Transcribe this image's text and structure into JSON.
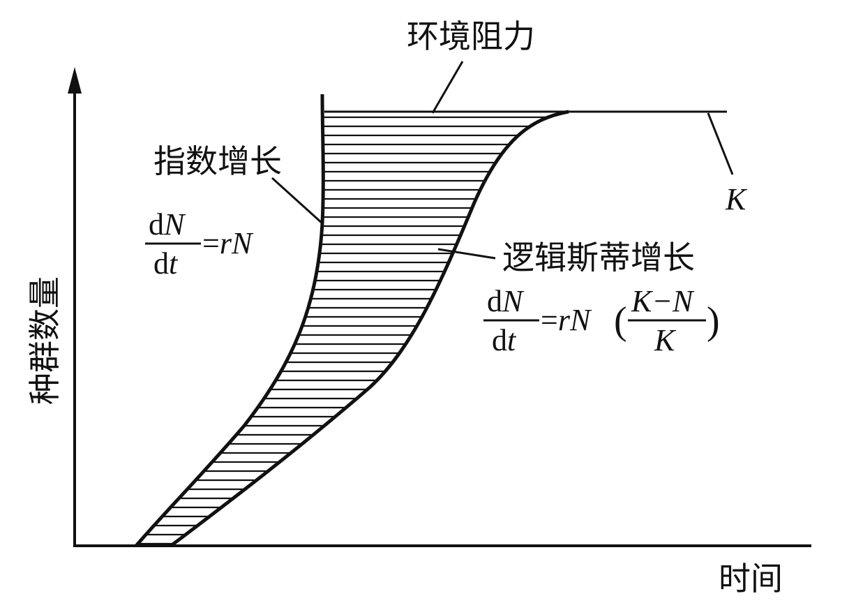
{
  "labels": {
    "environmental_resistance": "环境阻力",
    "exponential_growth": "指数增长",
    "logistic_growth": "逻辑斯蒂增长",
    "carrying_capacity": "K",
    "y_axis": "种群数量",
    "x_axis": "时间"
  },
  "formulas": {
    "exponential": {
      "num_d": "d",
      "num_var": "N",
      "den_d": "d",
      "den_var": "t",
      "eq": "=",
      "rhs_r": "r",
      "rhs_n": "N"
    },
    "logistic": {
      "num_d": "d",
      "num_var": "N",
      "den_d": "d",
      "den_var": "t",
      "eq": "=",
      "rhs_r": "r",
      "rhs_n": "N",
      "open_paren": "(",
      "close_paren": ")",
      "inner_num": "K−N",
      "inner_den": "K"
    }
  },
  "colors": {
    "ink": "#111111",
    "background": "#ffffff"
  }
}
